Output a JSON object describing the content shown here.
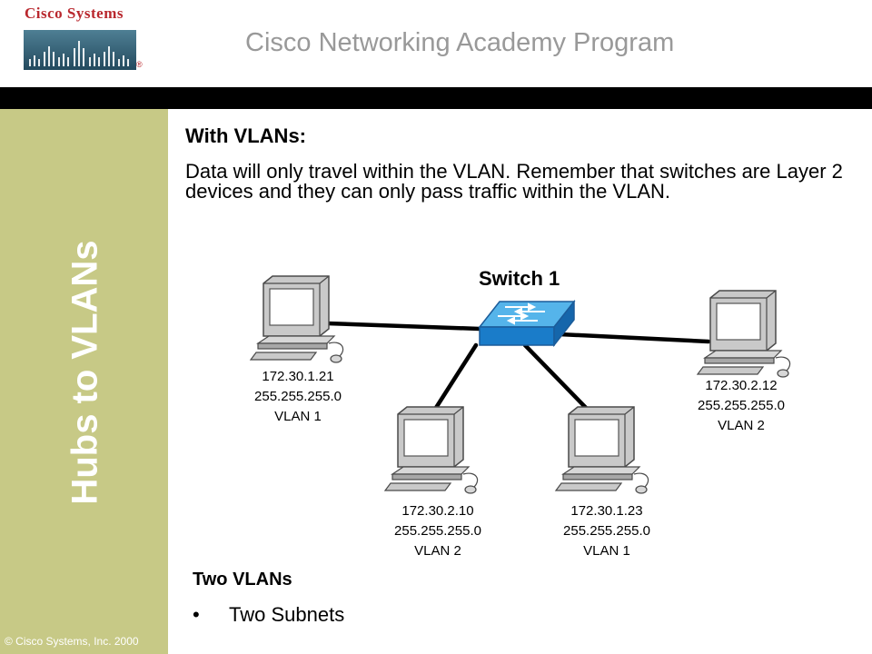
{
  "header": {
    "logo_text": "Cisco Systems",
    "logo_reg": "®",
    "program_title": "Cisco Networking Academy Program"
  },
  "sidebar": {
    "title": "Hubs to VLANs",
    "copyright": "© Cisco Systems, Inc. 2000"
  },
  "content": {
    "heading": "With VLANs:",
    "paragraph": "Data will only travel within the VLAN.  Remember that switches are Layer 2 devices and they can only pass traffic within the VLAN."
  },
  "diagram": {
    "switch_label": "Switch 1",
    "hosts": [
      {
        "ip": "172.30.1.21",
        "mask": "255.255.255.0",
        "vlan": "VLAN 1"
      },
      {
        "ip": "172.30.2.10",
        "mask": "255.255.255.0",
        "vlan": "VLAN 2"
      },
      {
        "ip": "172.30.1.23",
        "mask": "255.255.255.0",
        "vlan": "VLAN 1"
      },
      {
        "ip": "172.30.2.12",
        "mask": "255.255.255.0",
        "vlan": "VLAN 2"
      }
    ]
  },
  "summary": {
    "title": "Two VLANs",
    "bullet_symbol": "•",
    "bullet": "Two Subnets"
  }
}
